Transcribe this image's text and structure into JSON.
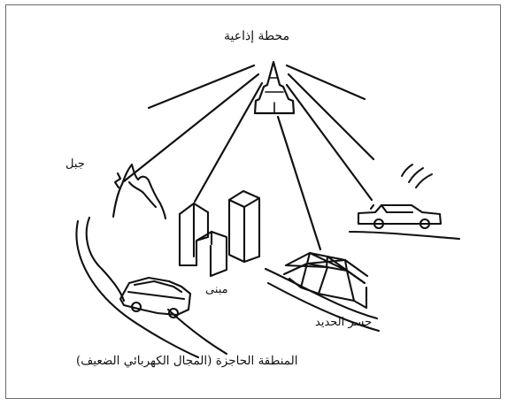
{
  "labels": {
    "station": "محطة إذاعية",
    "mountain": "جبل",
    "building": "مبنى",
    "bridge": "جسر الحديد",
    "shadow_zone": "المنطقة الحاجزة (المجال الكهربائي الضعيف)"
  }
}
